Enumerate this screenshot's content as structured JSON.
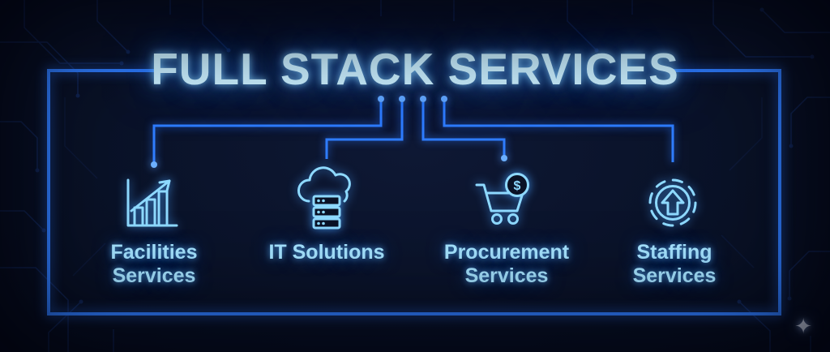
{
  "title": "FULL STACK SERVICES",
  "services": [
    {
      "id": "facilities",
      "icon": "bar-chart-growth-icon",
      "line1": "Facilities",
      "line2": "Services"
    },
    {
      "id": "it",
      "icon": "cloud-servers-icon",
      "line1": "IT Solutions",
      "line2": ""
    },
    {
      "id": "procurement",
      "icon": "cart-coin-icon",
      "line1": "Procurement",
      "line2": "Services"
    },
    {
      "id": "staffing",
      "icon": "gear-arrow-icon",
      "line1": "Staffing",
      "line2": "Services"
    }
  ],
  "icons": {
    "coin_symbol": "$",
    "sparkle": "✦"
  },
  "colors": {
    "background": "#081024",
    "line_blue": "#2f7dff",
    "title_cyan": "#c9efff",
    "label_cyan": "#a5e3ff",
    "icon_cyan": "#8ed9ff"
  }
}
